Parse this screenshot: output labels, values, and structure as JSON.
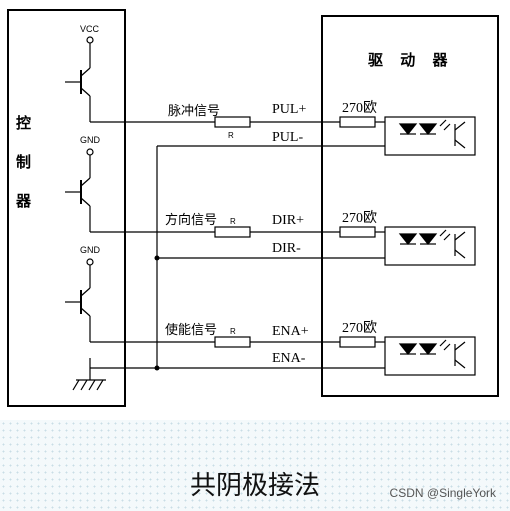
{
  "controller": {
    "label_chars": [
      "控",
      "制",
      "器"
    ]
  },
  "driver": {
    "title": "驱 动 器"
  },
  "transistors": [
    {
      "rail": "VCC"
    },
    {
      "rail": "GND"
    },
    {
      "rail": "GND"
    }
  ],
  "channels": [
    {
      "signal": "脉冲信号",
      "resistor": "R",
      "pos_pin": "PUL+",
      "neg_pin": "PUL-",
      "drv_resistor": "270欧"
    },
    {
      "signal": "方向信号",
      "resistor": "R",
      "pos_pin": "DIR+",
      "neg_pin": "DIR-",
      "drv_resistor": "270欧"
    },
    {
      "signal": "使能信号",
      "resistor": "R",
      "pos_pin": "ENA+",
      "neg_pin": "ENA-",
      "drv_resistor": "270欧"
    }
  ],
  "caption": "共阴极接法",
  "watermark": "CSDN @SingleYork"
}
